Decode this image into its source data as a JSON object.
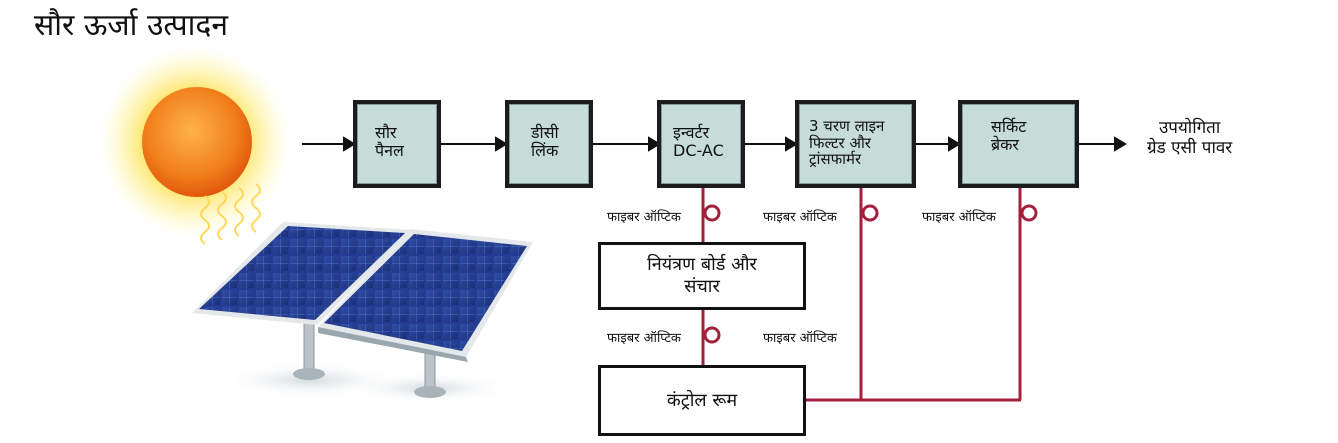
{
  "title": "सौर ऊर्जा उत्पादन",
  "blocks": {
    "solar_panel": [
      "सौर",
      "पैनल"
    ],
    "dc_link": [
      "डीसी",
      "लिंक"
    ],
    "inverter": [
      "इन्वर्टर",
      "DC-AC"
    ],
    "line_filter": [
      "3 चरण लाइन",
      "फिल्टर और",
      "ट्रांसफार्मर"
    ],
    "circuit_breaker": [
      "सर्किट",
      "ब्रेकर"
    ]
  },
  "output": [
    "उपयोगिता",
    "ग्रेड एसी पावर"
  ],
  "control_board": [
    "नियंत्रण बोर्ड और",
    "संचार"
  ],
  "control_room": "कंट्रोल रूम",
  "fiber_labels": [
    "फाइबर ऑप्टिक",
    "फाइबर ऑप्टिक",
    "फाइबर ऑप्टिक",
    "फाइबर ऑप्टिक",
    "फाइबर ऑप्टिक"
  ],
  "colors": {
    "block_fill": "#c5dcd8",
    "fiber_line": "#a3213c",
    "sun": "#f39a1f"
  }
}
